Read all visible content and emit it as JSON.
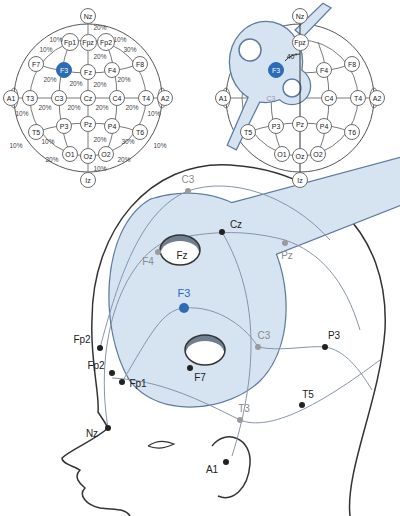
{
  "diagram": {
    "nodes": [
      {
        "text": [
          "Nz"
        ]
      },
      {
        "text": [
          "Fp1"
        ]
      },
      {
        "text": [
          "Fpz"
        ]
      },
      {
        "text": [
          "Fp2"
        ]
      },
      {
        "text": [
          "F7"
        ]
      },
      {
        "text": [
          "F3"
        ]
      },
      {
        "text": [
          "Fz"
        ]
      },
      {
        "text": [
          "F4"
        ]
      },
      {
        "text": [
          "F8"
        ]
      },
      {
        "text": [
          "A1"
        ]
      },
      {
        "text": [
          "T3"
        ]
      },
      {
        "text": [
          "C3"
        ]
      },
      {
        "text": [
          "Cz"
        ]
      },
      {
        "text": [
          "C4"
        ]
      },
      {
        "text": [
          "T4"
        ]
      },
      {
        "text": [
          "A2"
        ]
      },
      {
        "text": [
          "T5"
        ]
      },
      {
        "text": [
          "P3"
        ]
      },
      {
        "text": [
          "Pz"
        ]
      },
      {
        "text": [
          "P4"
        ]
      },
      {
        "text": [
          "T6"
        ]
      },
      {
        "text": [
          "O1"
        ]
      },
      {
        "text": [
          "Oz"
        ]
      },
      {
        "text": [
          "O2"
        ]
      },
      {
        "text": [
          "Iz"
        ]
      },
      {
        "text": [
          "Nz"
        ]
      },
      {
        "text": [
          "Fpz"
        ]
      },
      {
        "text": [
          "F3"
        ]
      },
      {
        "text": [
          "F4"
        ]
      },
      {
        "text": [
          "F8"
        ]
      },
      {
        "text": [
          "A1"
        ]
      },
      {
        "text": [
          "C4"
        ]
      },
      {
        "text": [
          "T4"
        ]
      },
      {
        "text": [
          "A2"
        ]
      },
      {
        "text": [
          "T5"
        ]
      },
      {
        "text": [
          "P3"
        ]
      },
      {
        "text": [
          "Pz"
        ]
      },
      {
        "text": [
          "P4"
        ]
      },
      {
        "text": [
          "T6"
        ]
      },
      {
        "text": [
          "O1"
        ]
      },
      {
        "text": [
          "Oz"
        ]
      },
      {
        "text": [
          "O2"
        ]
      },
      {
        "text": [
          "Iz"
        ]
      }
    ],
    "labels": [
      "20%",
      "10%",
      "10%",
      "10%",
      "30%",
      "20%",
      "20%",
      "20%",
      "20%",
      "10%",
      "20%",
      "20%",
      "20%",
      "20%",
      "10%",
      "20%",
      "10%",
      "10%",
      "30%",
      "10%",
      "20%",
      "20%",
      "20%",
      "10%",
      "40°",
      "C3",
      "C3",
      "Cz",
      "F4",
      "Fz",
      "Pz",
      "F3",
      "C3",
      "P3",
      "Fp2",
      "Fp2",
      "Fp1",
      "F7",
      "T3",
      "T5",
      "Nz",
      "A1"
    ]
  }
}
